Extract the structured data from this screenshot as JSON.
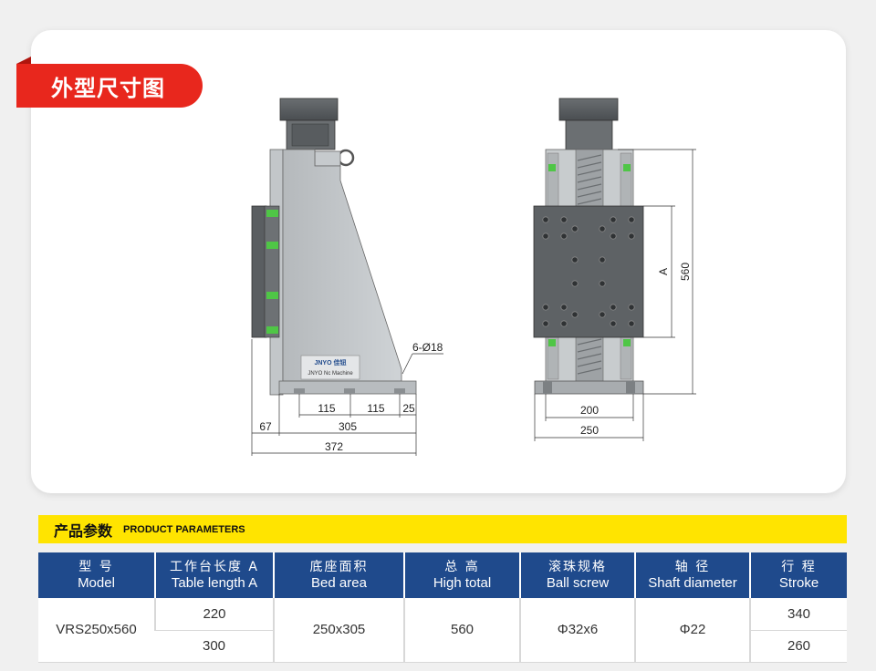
{
  "section_title": "外型尺寸图",
  "drawing": {
    "side_view": {
      "logo": "JNYO 佳钮",
      "plate": "JNYO Nc Machine",
      "hole_note": "6-Ø18",
      "dims": {
        "d115a": "115",
        "d115b": "115",
        "d25": "25",
        "d67": "67",
        "d305": "305",
        "d372": "372"
      }
    },
    "front_view": {
      "dims": {
        "d200": "200",
        "d250": "250",
        "dA": "A",
        "d560": "560"
      }
    }
  },
  "params_bar": {
    "title_cn": "产品参数",
    "title_en": "PRODUCT PARAMETERS"
  },
  "table": {
    "headers": [
      {
        "cn": "型 号",
        "en": "Model"
      },
      {
        "cn": "工作台长度 A",
        "en": "Table length A"
      },
      {
        "cn": "底座面积",
        "en": "Bed area"
      },
      {
        "cn": "总 高",
        "en": "High total"
      },
      {
        "cn": "滚珠规格",
        "en": "Ball screw"
      },
      {
        "cn": "轴 径",
        "en": "Shaft diameter"
      },
      {
        "cn": "行 程",
        "en": "Stroke"
      }
    ],
    "model": "VRS250x560",
    "table_length": [
      "220",
      "300"
    ],
    "bed_area": "250x305",
    "high_total": "560",
    "ball_screw": "Φ32x6",
    "shaft_diameter": "Φ22",
    "stroke": [
      "340",
      "260"
    ]
  },
  "colors": {
    "banner_red": "#e8271d",
    "header_blue": "#1f4a8c",
    "params_yellow": "#ffe400",
    "slider_green": "#4fc646"
  }
}
